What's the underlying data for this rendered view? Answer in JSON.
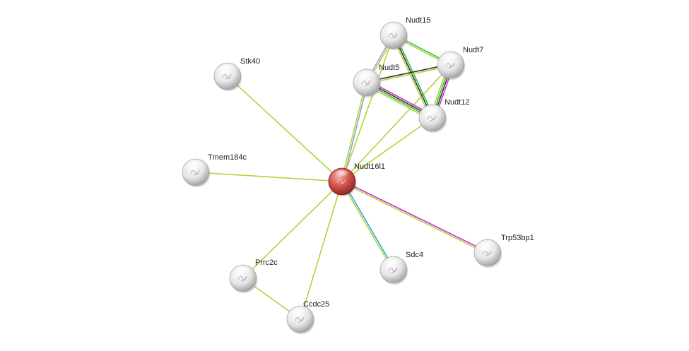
{
  "colors": {
    "query_node": "#c0392b",
    "other_node": "#dcdcdc",
    "edge_textmining": "#b6d23a",
    "edge_experiments": "#cc33cc",
    "edge_coexpression": "#333333",
    "edge_database": "#2aa7d6",
    "edge_neighborhood": "#2fbf3b",
    "edge_homology": "#8aa0d6"
  },
  "nodes": [
    {
      "id": "Nudt16l1",
      "label": "Nudt16l1",
      "query": true
    },
    {
      "id": "Nudt15",
      "label": "Nudt15"
    },
    {
      "id": "Nudt7",
      "label": "Nudt7"
    },
    {
      "id": "Nudt5",
      "label": "Nudt5"
    },
    {
      "id": "Nudt12",
      "label": "Nudt12"
    },
    {
      "id": "Stk40",
      "label": "Stk40"
    },
    {
      "id": "Tmem184c",
      "label": "Tmem184c"
    },
    {
      "id": "Trp53bp1",
      "label": "Trp53bp1"
    },
    {
      "id": "Sdc4",
      "label": "Sdc4"
    },
    {
      "id": "Prrc2c",
      "label": "Prrc2c"
    },
    {
      "id": "Ccdc25",
      "label": "Ccdc25"
    }
  ],
  "edges": [
    {
      "source": "Nudt16l1",
      "target": "Stk40",
      "evidence": [
        "textmining"
      ]
    },
    {
      "source": "Nudt16l1",
      "target": "Tmem184c",
      "evidence": [
        "textmining"
      ]
    },
    {
      "source": "Nudt16l1",
      "target": "Nudt5",
      "evidence": [
        "textmining",
        "homology"
      ]
    },
    {
      "source": "Nudt16l1",
      "target": "Nudt15",
      "evidence": [
        "textmining"
      ]
    },
    {
      "source": "Nudt16l1",
      "target": "Nudt7",
      "evidence": [
        "textmining"
      ]
    },
    {
      "source": "Nudt16l1",
      "target": "Nudt12",
      "evidence": [
        "textmining"
      ]
    },
    {
      "source": "Nudt16l1",
      "target": "Trp53bp1",
      "evidence": [
        "experiments",
        "textmining"
      ]
    },
    {
      "source": "Nudt16l1",
      "target": "Sdc4",
      "evidence": [
        "database",
        "textmining"
      ]
    },
    {
      "source": "Nudt16l1",
      "target": "Prrc2c",
      "evidence": [
        "textmining"
      ]
    },
    {
      "source": "Nudt16l1",
      "target": "Ccdc25",
      "evidence": [
        "textmining"
      ]
    },
    {
      "source": "Prrc2c",
      "target": "Ccdc25",
      "evidence": [
        "textmining"
      ]
    },
    {
      "source": "Nudt15",
      "target": "Nudt7",
      "evidence": [
        "neighborhood",
        "textmining"
      ]
    },
    {
      "source": "Nudt15",
      "target": "Nudt5",
      "evidence": [
        "textmining",
        "homology"
      ]
    },
    {
      "source": "Nudt15",
      "target": "Nudt12",
      "evidence": [
        "neighborhood",
        "coexpression",
        "textmining"
      ]
    },
    {
      "source": "Nudt5",
      "target": "Nudt7",
      "evidence": [
        "coexpression",
        "textmining"
      ]
    },
    {
      "source": "Nudt5",
      "target": "Nudt12",
      "evidence": [
        "experiments",
        "coexpression",
        "neighborhood",
        "textmining"
      ]
    },
    {
      "source": "Nudt7",
      "target": "Nudt12",
      "evidence": [
        "experiments",
        "coexpression",
        "neighborhood",
        "textmining"
      ]
    }
  ]
}
